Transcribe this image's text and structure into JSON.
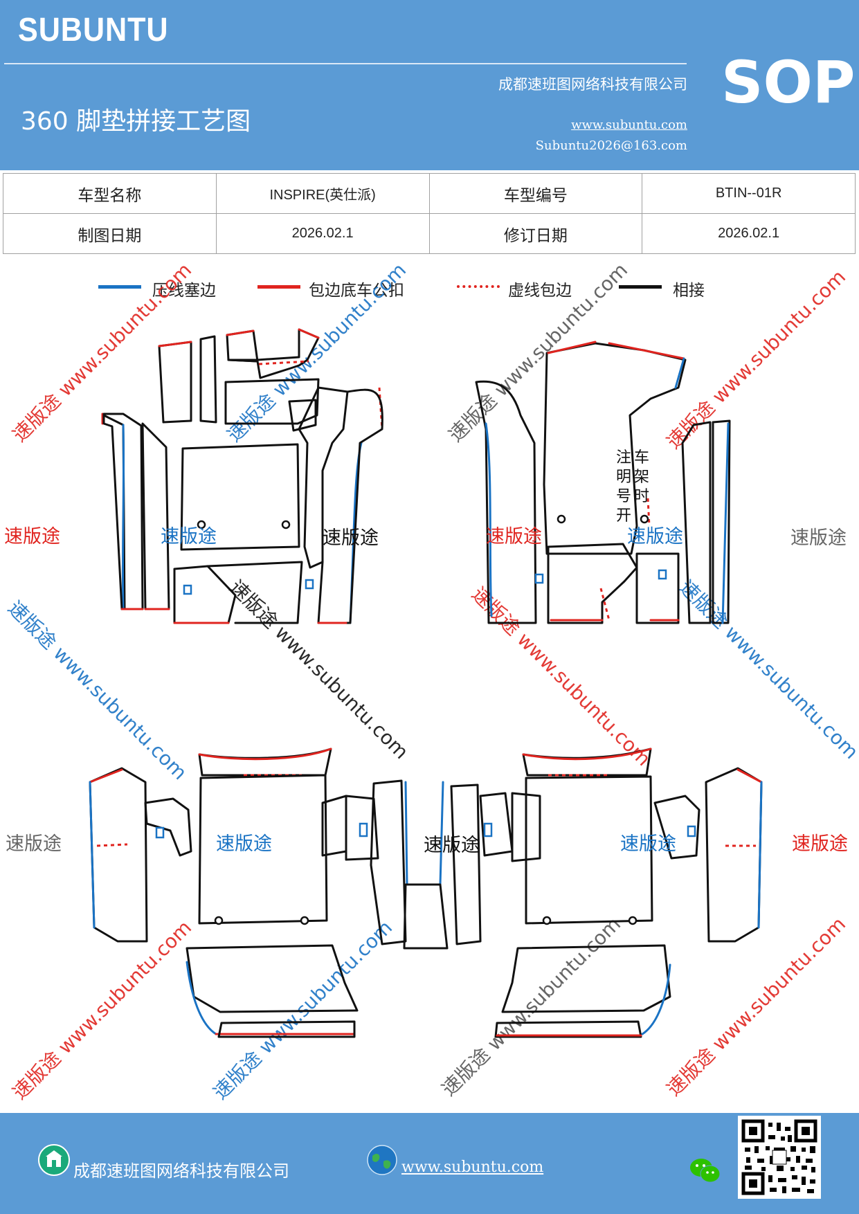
{
  "header": {
    "brand": "SUBUNTU",
    "title": "360 脚垫拼接工艺图",
    "company": "成都速班图网络科技有限公司",
    "website": "www.subuntu.com",
    "email": "Subuntu2026@163.com",
    "doc_type": "SOP"
  },
  "info_table": {
    "model_name_label": "车型名称",
    "model_name_value": "INSPIRE(英仕派)",
    "model_code_label": "车型编号",
    "model_code_value": "BTIN--01R",
    "draw_date_label": "制图日期",
    "draw_date_value": "2026.02.1",
    "revise_date_label": "修订日期",
    "revise_date_value": "2026.02.1"
  },
  "legend": [
    {
      "label": "压线塞边",
      "color": "#1a73c4",
      "style": "solid"
    },
    {
      "label": "包边底车公扣",
      "color": "#e0241f",
      "style": "solid"
    },
    {
      "label": "虚线包边",
      "color": "#e0241f",
      "style": "dashed"
    },
    {
      "label": "相接",
      "color": "#111111",
      "style": "solid"
    }
  ],
  "watermarks": {
    "brand_cn": "速版途",
    "site": "速版途 www.subuntu.com"
  },
  "annotation": "注明车架号时开",
  "footer": {
    "company": "成都速班图网络科技有限公司",
    "website": "www.subuntu.com",
    "icons": [
      "company-icon",
      "globe-icon",
      "wechat-icon",
      "qr-code"
    ]
  },
  "colors": {
    "header_bg": "#5b9bd5",
    "blue_edge": "#1a73c4",
    "red_edge": "#e0241f"
  }
}
